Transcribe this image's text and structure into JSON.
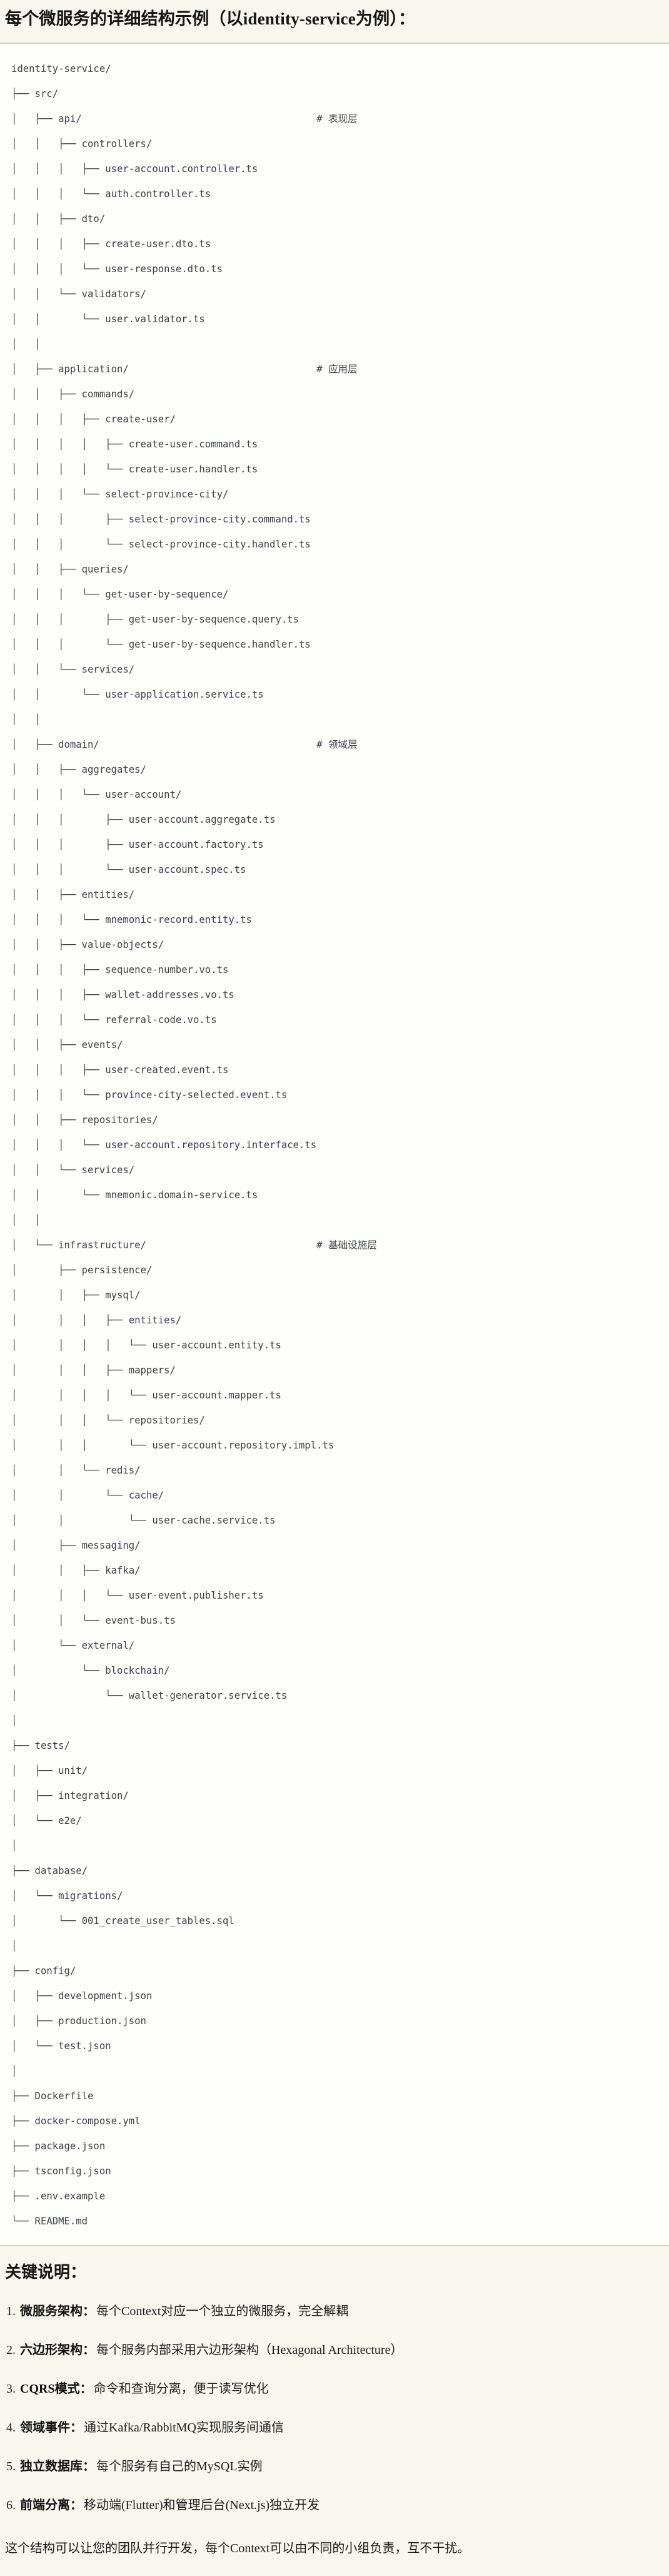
{
  "title": "每个微服务的详细结构示例（以identity-service为例）：",
  "tree": {
    "lines": [
      "identity-service/",
      "├── src/",
      "│   ├── api/                                        # 表现层",
      "│   │   ├── controllers/",
      "│   │   │   ├── user-account.controller.ts",
      "│   │   │   └── auth.controller.ts",
      "│   │   ├── dto/",
      "│   │   │   ├── create-user.dto.ts",
      "│   │   │   └── user-response.dto.ts",
      "│   │   └── validators/",
      "│   │       └── user.validator.ts",
      "│   │",
      "│   ├── application/                                # 应用层",
      "│   │   ├── commands/",
      "│   │   │   ├── create-user/",
      "│   │   │   │   ├── create-user.command.ts",
      "│   │   │   │   └── create-user.handler.ts",
      "│   │   │   └── select-province-city/",
      "│   │   │       ├── select-province-city.command.ts",
      "│   │   │       └── select-province-city.handler.ts",
      "│   │   ├── queries/",
      "│   │   │   └── get-user-by-sequence/",
      "│   │   │       ├── get-user-by-sequence.query.ts",
      "│   │   │       └── get-user-by-sequence.handler.ts",
      "│   │   └── services/",
      "│   │       └── user-application.service.ts",
      "│   │",
      "│   ├── domain/                                     # 领域层",
      "│   │   ├── aggregates/",
      "│   │   │   └── user-account/",
      "│   │   │       ├── user-account.aggregate.ts",
      "│   │   │       ├── user-account.factory.ts",
      "│   │   │       └── user-account.spec.ts",
      "│   │   ├── entities/",
      "│   │   │   └── mnemonic-record.entity.ts",
      "│   │   ├── value-objects/",
      "│   │   │   ├── sequence-number.vo.ts",
      "│   │   │   ├── wallet-addresses.vo.ts",
      "│   │   │   └── referral-code.vo.ts",
      "│   │   ├── events/",
      "│   │   │   ├── user-created.event.ts",
      "│   │   │   └── province-city-selected.event.ts",
      "│   │   ├── repositories/",
      "│   │   │   └── user-account.repository.interface.ts",
      "│   │   └── services/",
      "│   │       └── mnemonic.domain-service.ts",
      "│   │",
      "│   └── infrastructure/                             # 基础设施层",
      "│       ├── persistence/",
      "│       │   ├── mysql/",
      "│       │   │   ├── entities/",
      "│       │   │   │   └── user-account.entity.ts",
      "│       │   │   ├── mappers/",
      "│       │   │   │   └── user-account.mapper.ts",
      "│       │   │   └── repositories/",
      "│       │   │       └── user-account.repository.impl.ts",
      "│       │   └── redis/",
      "│       │       └── cache/",
      "│       │           └── user-cache.service.ts",
      "│       ├── messaging/",
      "│       │   ├── kafka/",
      "│       │   │   └── user-event.publisher.ts",
      "│       │   └── event-bus.ts",
      "│       └── external/",
      "│           └── blockchain/",
      "│               └── wallet-generator.service.ts",
      "│",
      "├── tests/",
      "│   ├── unit/",
      "│   ├── integration/",
      "│   └── e2e/",
      "│",
      "├── database/",
      "│   └── migrations/",
      "│       └── 001_create_user_tables.sql",
      "│",
      "├── config/",
      "│   ├── development.json",
      "│   ├── production.json",
      "│   └── test.json",
      "│",
      "├── Dockerfile",
      "├── docker-compose.yml",
      "├── package.json",
      "├── tsconfig.json",
      "├── .env.example",
      "└── README.md"
    ]
  },
  "notes": {
    "heading": "关键说明：",
    "separator": "：",
    "items": [
      {
        "num": "1.",
        "label": "微服务架构",
        "text": "每个Context对应一个独立的微服务，完全解耦"
      },
      {
        "num": "2.",
        "label": "六边形架构",
        "text": "每个服务内部采用六边形架构（Hexagonal Architecture）"
      },
      {
        "num": "3.",
        "label": "CQRS模式",
        "text": "命令和查询分离，便于读写优化"
      },
      {
        "num": "4.",
        "label": "领域事件",
        "text": "通过Kafka/RabbitMQ实现服务间通信"
      },
      {
        "num": "5.",
        "label": "独立数据库",
        "text": "每个服务有自己的MySQL实例"
      },
      {
        "num": "6.",
        "label": "前端分离",
        "text": "移动端(Flutter)和管理后台(Next.js)独立开发"
      }
    ]
  },
  "closing": "这个结构可以让您的团队并行开发，每个Context可以由不同的小组负责，互不干扰。"
}
